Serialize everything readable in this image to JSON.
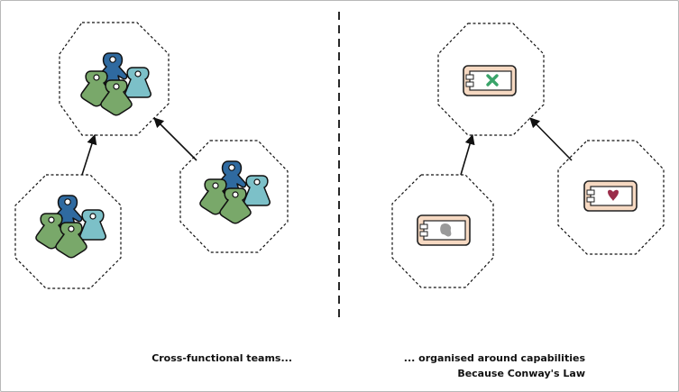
{
  "captions": {
    "left": "Cross-functional teams...",
    "right_line1": "... organised around capabilities",
    "right_line2": "Because Conway's Law"
  },
  "colors": {
    "person_blue": "#2f6aa0",
    "person_green": "#79a86a",
    "person_teal": "#7cc0c8",
    "component_fill": "#f6d9c2",
    "component_stroke": "#9a5a38",
    "icon_green": "#3aa46a",
    "icon_grey": "#9a9a9a",
    "icon_maroon": "#9b2d4a",
    "line": "#111111"
  },
  "left_panel": {
    "groups": [
      {
        "id": "team-top",
        "members": [
          "blue-person",
          "green-person",
          "green-person",
          "teal-person"
        ]
      },
      {
        "id": "team-bottom-left",
        "members": [
          "blue-person",
          "green-person",
          "green-person",
          "teal-person"
        ]
      },
      {
        "id": "team-bottom-right",
        "members": [
          "blue-person",
          "green-person",
          "green-person",
          "teal-person"
        ]
      }
    ]
  },
  "right_panel": {
    "components": [
      {
        "id": "component-top",
        "icon": "x-icon"
      },
      {
        "id": "component-bottom-left",
        "icon": "blob-icon"
      },
      {
        "id": "component-bottom-right",
        "icon": "heart-icon"
      }
    ]
  }
}
